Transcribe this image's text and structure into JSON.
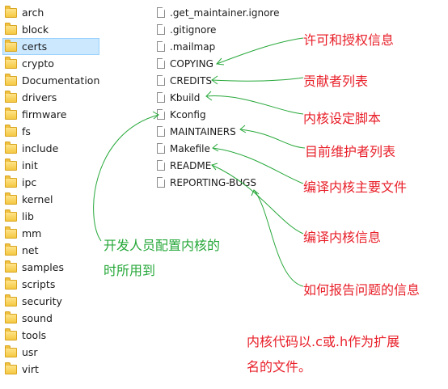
{
  "folders": [
    {
      "name": "arch",
      "selected": false
    },
    {
      "name": "block",
      "selected": false
    },
    {
      "name": "certs",
      "selected": true
    },
    {
      "name": "crypto",
      "selected": false
    },
    {
      "name": "Documentation",
      "selected": false
    },
    {
      "name": "drivers",
      "selected": false
    },
    {
      "name": "firmware",
      "selected": false
    },
    {
      "name": "fs",
      "selected": false
    },
    {
      "name": "include",
      "selected": false
    },
    {
      "name": "init",
      "selected": false
    },
    {
      "name": "ipc",
      "selected": false
    },
    {
      "name": "kernel",
      "selected": false
    },
    {
      "name": "lib",
      "selected": false
    },
    {
      "name": "mm",
      "selected": false
    },
    {
      "name": "net",
      "selected": false
    },
    {
      "name": "samples",
      "selected": false
    },
    {
      "name": "scripts",
      "selected": false
    },
    {
      "name": "security",
      "selected": false
    },
    {
      "name": "sound",
      "selected": false
    },
    {
      "name": "tools",
      "selected": false
    },
    {
      "name": "usr",
      "selected": false
    },
    {
      "name": "virt",
      "selected": false
    }
  ],
  "files": [
    ".get_maintainer.ignore",
    ".gitignore",
    ".mailmap",
    "COPYING",
    "CREDITS",
    "Kbuild",
    "Kconfig",
    "MAINTAINERS",
    "Makefile",
    "README",
    "REPORTING-BUGS"
  ],
  "annotations": {
    "copying": "许可和授权信息",
    "credits": "贡献者列表",
    "kbuild": "内核设定脚本",
    "maintainers": "目前维护者列表",
    "makefile": "编译内核主要文件",
    "readme": "编译内核信息",
    "reporting_bugs": "如何报告问题的信息",
    "kconfig_line1": "开发人员配置内核的",
    "kconfig_line2": "时所用到",
    "footer_line1": "内核代码以.c或.h作为扩展",
    "footer_line2": "名的文件。"
  },
  "colors": {
    "red": "#e8202a",
    "green": "#27a83a",
    "selection": "#cce8ff"
  }
}
